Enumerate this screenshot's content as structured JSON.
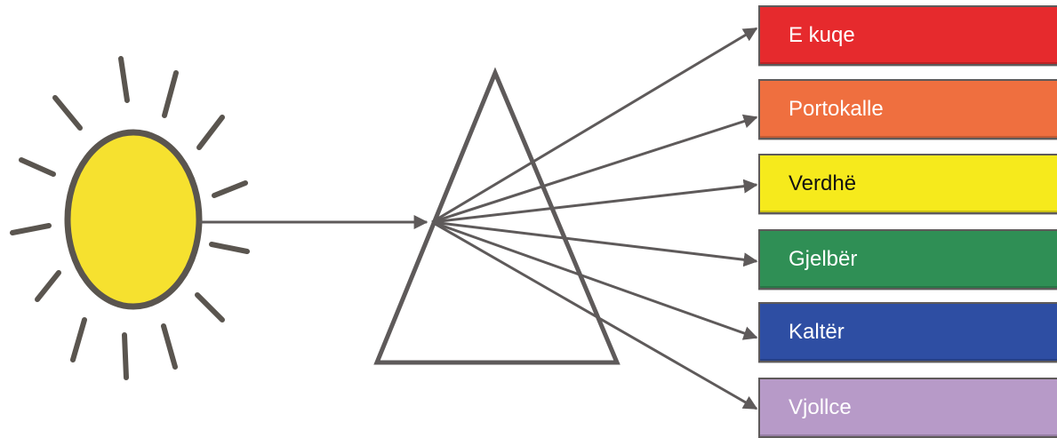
{
  "colors": {
    "ray": "#5e5a5a",
    "sun_fill": "#f6e12f",
    "sun_outline": "#5a554f",
    "prism_outline": "#5e5a5a"
  },
  "bands": [
    {
      "label": "E kuqe",
      "color": "#e62a2d",
      "text_color": "#ffffff"
    },
    {
      "label": "Portokalle",
      "color": "#ef6f3f",
      "text_color": "#ffffff"
    },
    {
      "label": "Verdhë",
      "color": "#f6ea1c",
      "text_color": "#111111"
    },
    {
      "label": "Gjelbër",
      "color": "#2f8f55",
      "text_color": "#ffffff"
    },
    {
      "label": "Kaltër",
      "color": "#2e4ea3",
      "text_color": "#ffffff"
    },
    {
      "label": "Vjollce",
      "color": "#b79ac8",
      "text_color": "#ffffff"
    }
  ]
}
